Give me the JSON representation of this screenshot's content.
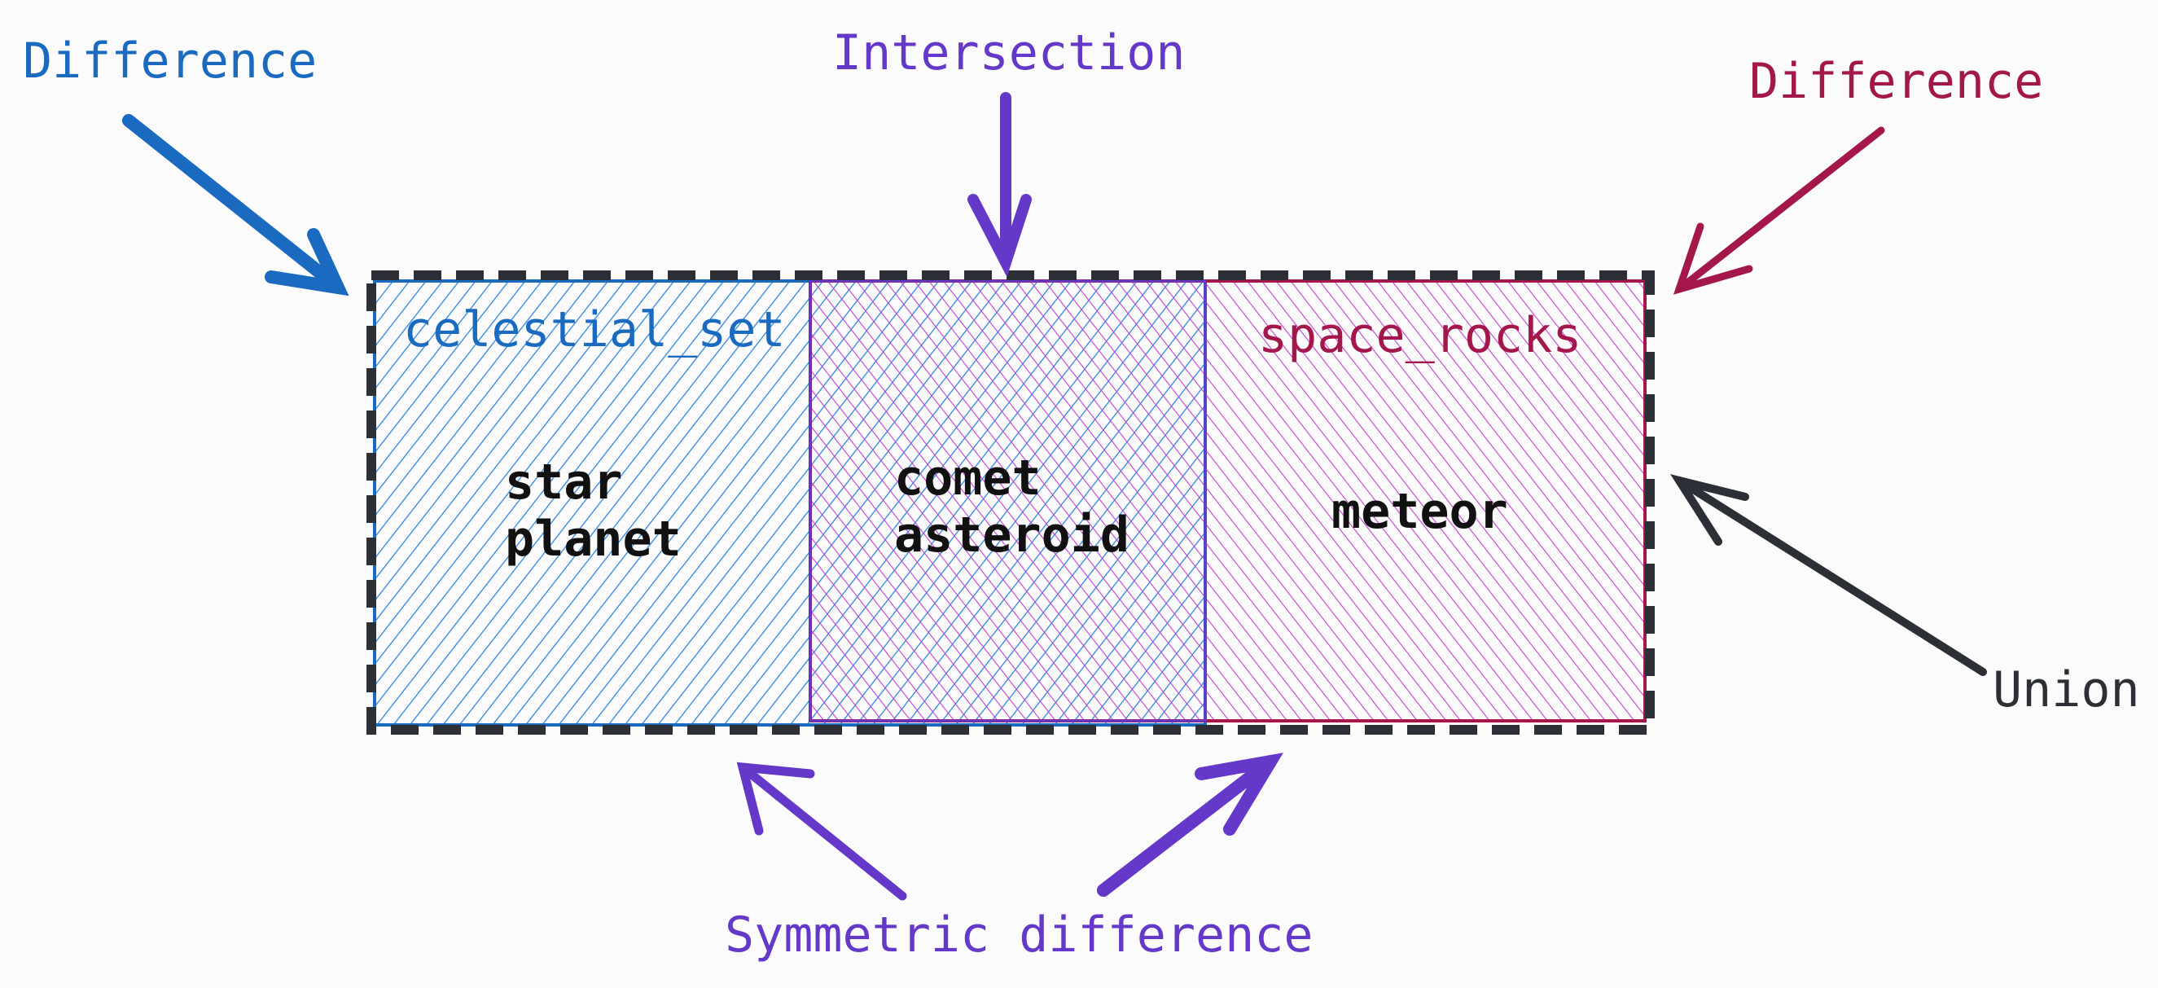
{
  "colors": {
    "background": "#fbfbfc",
    "blue": "#1a6bbf",
    "blue_hatch": "#2f86e0",
    "purple": "#6438c8",
    "crimson": "#a3174a",
    "magenta_hatch": "#c43fcf",
    "dark": "#2c2f36",
    "text": "#111111"
  },
  "labels": {
    "difference_left": "Difference",
    "intersection": "Intersection",
    "difference_right": "Difference",
    "union": "Union",
    "symmetric_difference": "Symmetric difference"
  },
  "sets": {
    "celestial_set": {
      "name": "celestial_set",
      "only_elements": [
        "star",
        "planet"
      ]
    },
    "space_rocks": {
      "name": "space_rocks",
      "only_elements": [
        "meteor"
      ]
    },
    "shared_elements": [
      "comet",
      "asteroid"
    ]
  }
}
